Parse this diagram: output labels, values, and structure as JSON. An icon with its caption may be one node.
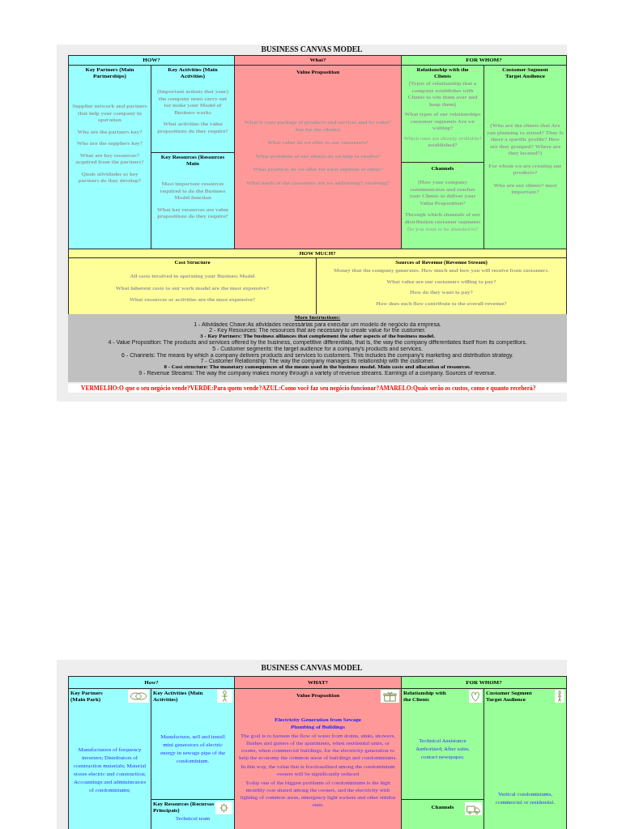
{
  "diagram": {
    "nodes": [
      {
        "text": [
          "BUSINESS CANVAS MODEL",
          "VERMELHO:O que o seu negócio vende?VERDE:Para quem vende?AZUL:Como você faz seu negócio funcionar?AMARELO:Quais serão os custos, como e quanto receberá?"
        ]
      },
      {
        "text": [
          "HOW?"
        ],
        "in": 0
      },
      {
        "text": [
          "What?"
        ],
        "in": 0
      },
      {
        "text": [
          "FOR WHOM?"
        ],
        "in": 0
      },
      {
        "text": [
          "Key Partners (Main Partnerships)",
          "Supplier network and partners that help your company in operation",
          "Who are the partners key?",
          "Who are the suppliers key?",
          "What are key resources? acquired from the partners?",
          "Quais atividades os key partners do they develop?"
        ],
        "in": 0
      },
      {
        "text": [
          "Key Activities (Main Activities)",
          "(Important actions that your) the company must carry out for make your Model of Business works",
          "What activities the value propositions do they require?"
        ],
        "in": 0
      },
      {
        "text": [
          "Value Proposition",
          "What is your package of products and services and its value? has for the clients)",
          "What value do we offer to our customers?",
          "What problems of our clients do we help to resolve?",
          "What products do we offer for each segment of client?",
          "What needs of the customers are we addressing? resolving?"
        ],
        "in": 0
      },
      {
        "text": [
          "Relationship with the Clients",
          "(Types of relationship that a company establishes with Clients to win them over and keep them)",
          "What types of our relationships customer segments Are we waiting?",
          "Which ones are already available?",
          "established?"
        ],
        "in": 0
      },
      {
        "text": [
          "Customer Segment Target Audience",
          "(Who are the clients that Are you planning to attend? They Is there a specific profile? How are they grouped? Where are they located?)",
          "For whom we are creating our products?",
          "Who are our clients? most important?"
        ],
        "in": 0
      },
      {
        "text": [
          "Key Resources (Resources Main",
          "Most important resources required to do the Business Model function",
          "What key resources are value propositions do they require?"
        ],
        "in": 0
      },
      {
        "text": [
          "Channels",
          "(How your company communicates and reaches your Clients to deliver your Value Proposition?",
          "Through which channels of our distribution customer segments",
          "Do you want to be attended to?"
        ],
        "in": 0
      },
      {
        "text": [
          "HOW MUCH?"
        ],
        "in": 0
      },
      {
        "text": [
          "Cost Structure",
          "All costs involved in operating your Business Model",
          "What inherent costs to our work model are the most expensive?",
          "What resources or activities are the most expensive?"
        ],
        "in": 0
      },
      {
        "text": [
          "Sources of Revenue (Revenue Stream)",
          "Money that the company generates. How much and how you will receive from customers.",
          "What value are our customers willing to pay?",
          "How do they want to pay?",
          "How does each flow contribute to the overall revenue?"
        ],
        "in": 0
      },
      {
        "text": [
          "More Instructions:",
          "1 - Atividades Chave:As atividades necessárias para executar um modelo de negócio da empresa.",
          "2 - Key Resources: The resources that are necessary to create value for the customer.",
          "3 - Key Partners: The business alliances that complement the other aspects of the business model.",
          "4 - Value Proposition: The products and services offered by the business, competitive differentials, that is, the way the company differentiates itself from its competitors.",
          "5 - Customer segments: the target audience for a company's products and services.",
          "6 - Channels: The means by which a company delivers products and services to customers. This includes the company's marketing and distribution strategy.",
          "7 - Customer Relationship: The way the company manages its relationship with the customer.",
          "8 - Cost structure: The monetary consequences of the means used in the business model. Main costs and allocation of resources.",
          "9 - Revenue Streams: The way the company makes money through a variety of revenue streams. Earnings of a company. Sources of revenue."
        ],
        "in": 0
      },
      {
        "text": [
          "BUSINESS CANVAS MODEL"
        ]
      },
      {
        "text": [
          "How?"
        ],
        "in": 15
      },
      {
        "text": [
          "WHAT?"
        ],
        "in": 15
      },
      {
        "text": [
          "FOR WHOM?"
        ],
        "in": 15
      },
      {
        "text": [
          "Key Partners (Main Park)",
          "Manufacturers of frequency inverters; Distributors of construction materials; Material stores electric and construction; Accountings and administrators of condominiums;"
        ],
        "in": 15
      },
      {
        "text": [
          "Key Activities (Main Activities)",
          "Manufacture, sell and install mini generators of electric energy in sewage pipe of the condominium."
        ],
        "in": 15
      },
      {
        "text": [
          "Value Proposition",
          "Electricity Generation from Sewage Plumbing of Buildings",
          "The goal is to harness the flow of water from drains, sinks, showers, flushes and gutters of the apartments, when residential units, or rooms, when commercial buildings, for the electricity generation to help the economy the common areas of buildings and condominiums.",
          "In this way, the value that is fractionalized among the condominium owners will be significantly reduced",
          "Today one of the biggest problems of condominiums is the high monthly cost shared among the owners, and the electricity with lighting of common areas, emergency light sockets and other similar ones."
        ],
        "in": 15
      },
      {
        "text": [
          "Relationship with the Clients",
          "Technical Assistance Authorized; After sales, contact newspaper."
        ],
        "in": 15
      },
      {
        "text": [
          "Customer Segment Target Audience",
          "Vertical condominiums, commercial or residential."
        ],
        "in": 15
      },
      {
        "text": [
          "Key Resources (Recursos Principais)",
          "Technical team"
        ],
        "in": 15
      },
      {
        "text": [
          "Channels"
        ],
        "in": 15
      }
    ]
  }
}
